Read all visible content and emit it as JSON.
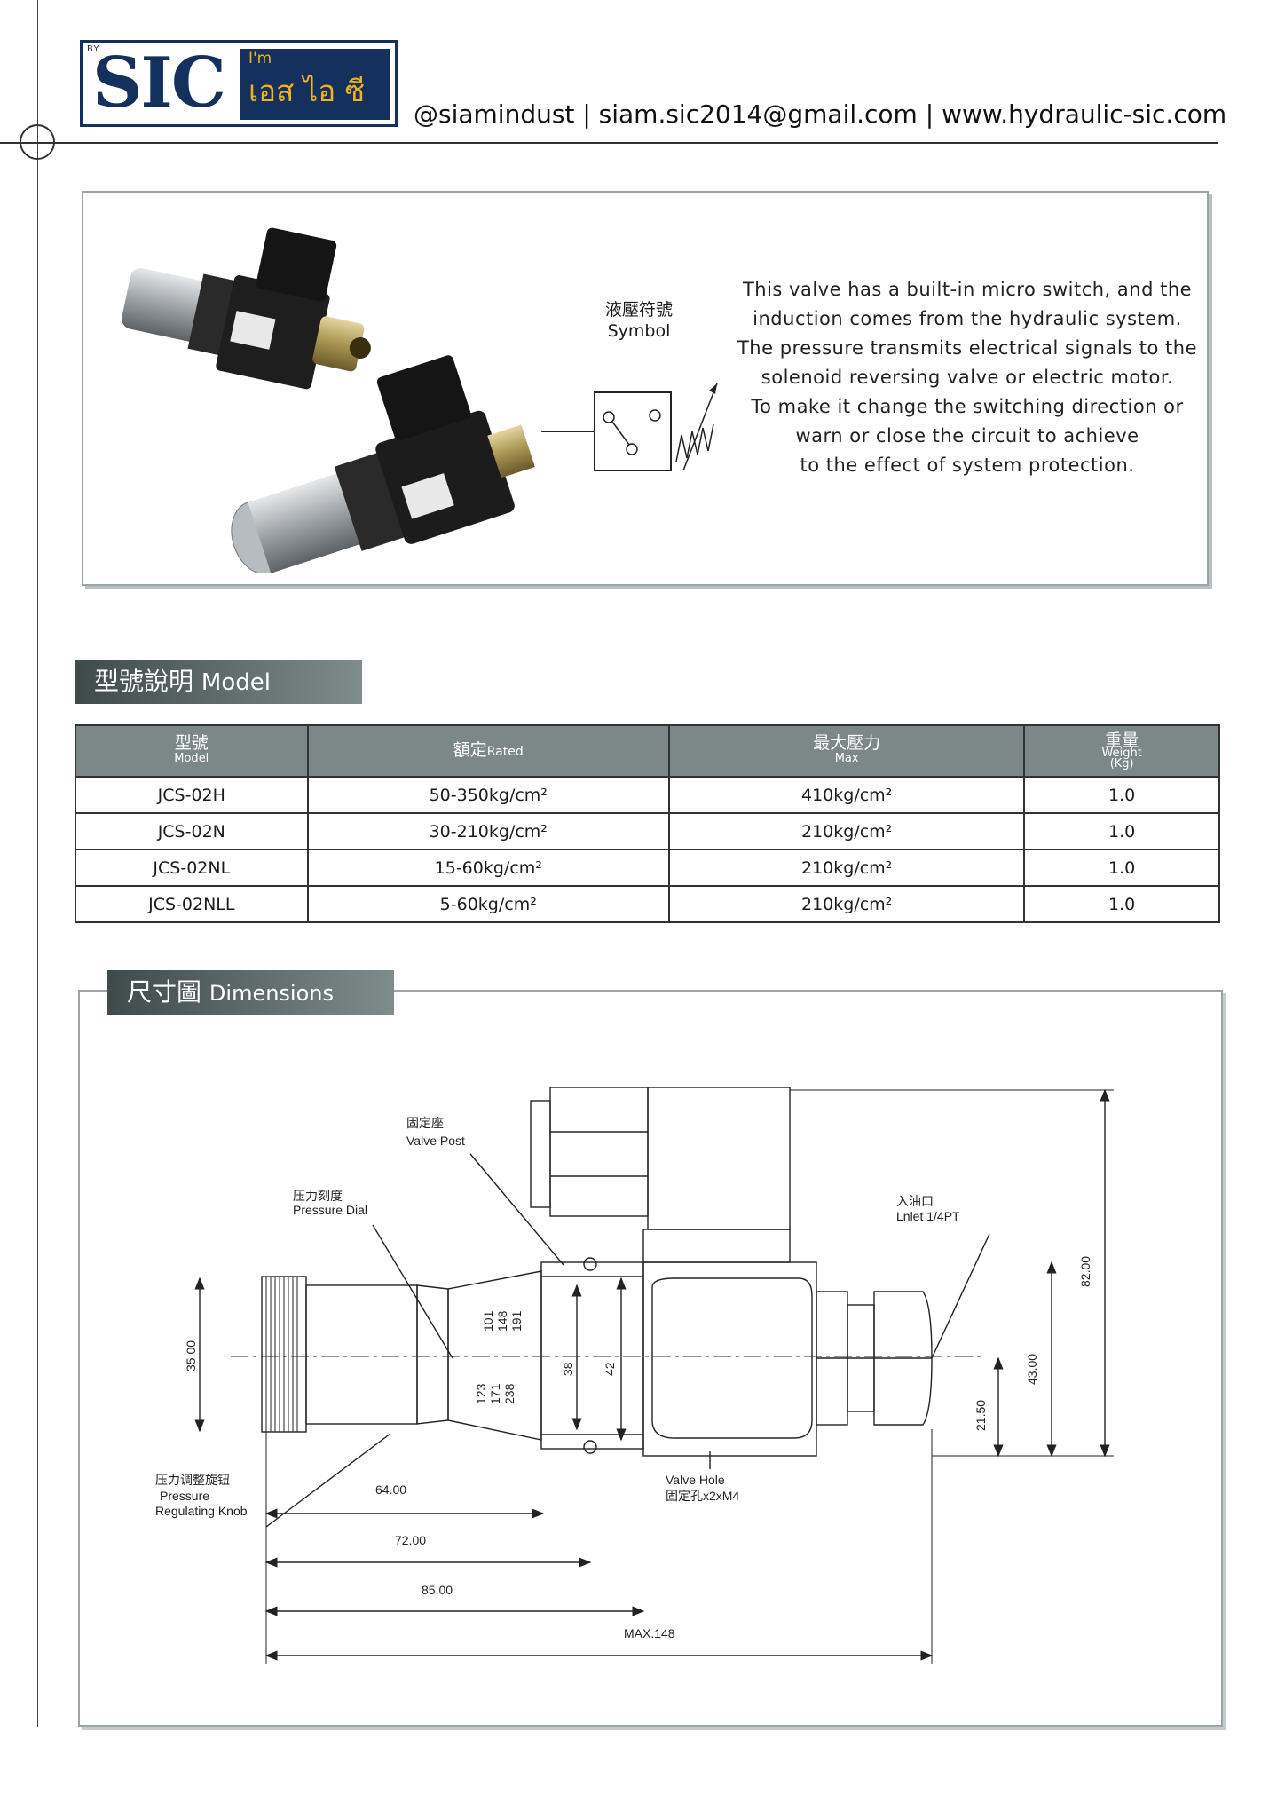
{
  "header": {
    "logo_by": "BY",
    "logo_sic": "SIC",
    "logo_im": "I'm",
    "logo_thai": "เอส ไอ ซี",
    "contact": "@siamindust | siam.sic2014@gmail.com | www.hydraulic-sic.com"
  },
  "product": {
    "symbol_title_zh": "液壓符號",
    "symbol_title_en": "Symbol",
    "description": [
      "This valve has a built-in micro switch, and the",
      "induction comes from the hydraulic system.",
      "The pressure transmits electrical signals to the",
      "solenoid reversing valve or electric motor.",
      "To make it change the switching direction or",
      "warn or close the circuit to achieve",
      "to the effect of system protection."
    ]
  },
  "model_section": {
    "title_zh": "型號說明",
    "title_en": "Model",
    "columns": [
      {
        "zh": "型號",
        "en": "Model"
      },
      {
        "zh": "額定",
        "en": "Rated"
      },
      {
        "zh": "最大壓力",
        "en": "Max"
      },
      {
        "zh": "重量",
        "en": "Weight",
        "unit": "(Kg)"
      }
    ],
    "rows": [
      {
        "model": "JCS-02H",
        "rated": "50-350kg/cm²",
        "max": "410kg/cm²",
        "weight": "1.0"
      },
      {
        "model": "JCS-02N",
        "rated": "30-210kg/cm²",
        "max": "210kg/cm²",
        "weight": "1.0"
      },
      {
        "model": "JCS-02NL",
        "rated": "15-60kg/cm²",
        "max": "210kg/cm²",
        "weight": "1.0"
      },
      {
        "model": "JCS-02NLL",
        "rated": "5-60kg/cm²",
        "max": "210kg/cm²",
        "weight": "1.0"
      }
    ]
  },
  "dimension_section": {
    "title_zh": "尺寸圖",
    "title_en": "Dimensions",
    "labels": {
      "valve_post_zh": "固定座",
      "valve_post_en": "Valve Post",
      "pressure_dial_zh": "压力刻度",
      "pressure_dial_en": "Pressure Dial",
      "inlet_zh": "入油口",
      "inlet_en": "Lnlet 1/4PT",
      "knob_zh": "压力调整旋钮",
      "knob_en1": "Pressure",
      "knob_en2": "Regulating Knob",
      "valve_hole_en": "Valve Hole",
      "valve_hole_zh": "固定孔x2xM4"
    },
    "dimensions": {
      "d35": "35.00",
      "d64": "64.00",
      "d72": "72.00",
      "d85": "85.00",
      "dmax": "MAX.148",
      "d82": "82.00",
      "d43": "43.00",
      "d21": "21.50",
      "d38": "38",
      "d42": "42",
      "dial_top": [
        "101",
        "148",
        "191"
      ],
      "dial_bottom": [
        "123",
        "171",
        "238"
      ]
    }
  }
}
